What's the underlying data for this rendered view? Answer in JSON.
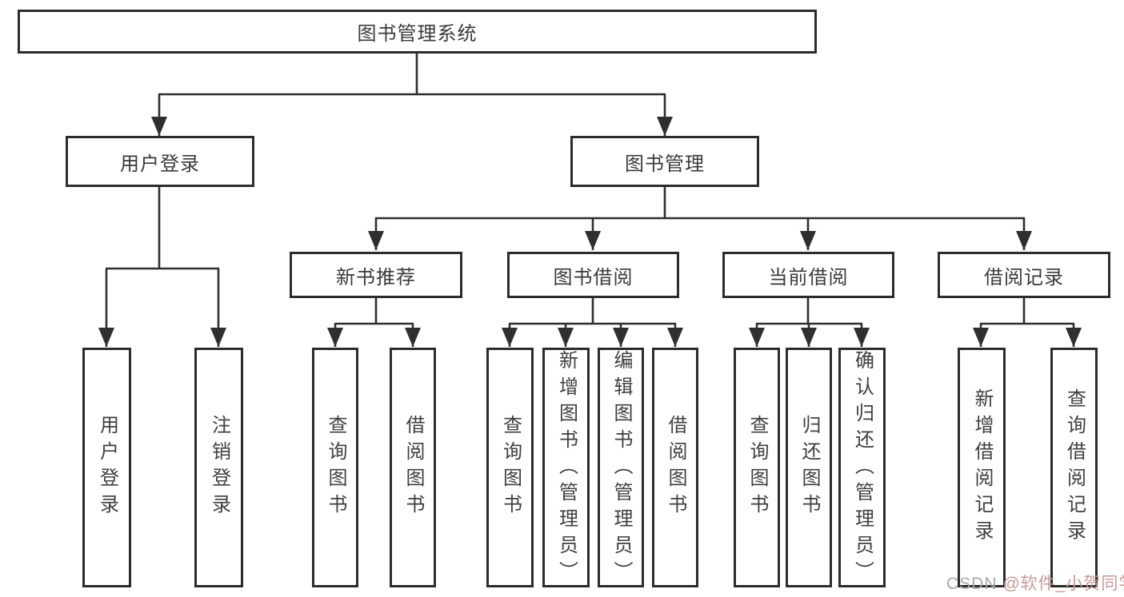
{
  "diagram": {
    "root": "图书管理系统",
    "level2": {
      "user_login": "用户登录",
      "book_mgmt": "图书管理"
    },
    "level3": {
      "new_book_rec": "新书推荐",
      "book_borrow": "图书借阅",
      "current_borrow": "当前借阅",
      "borrow_records": "借阅记录"
    },
    "leaves": {
      "user_login": "用户登录",
      "logout": "注销登录",
      "nb_query": "查询图书",
      "nb_borrow": "借阅图书",
      "bb_query": "查询图书",
      "bb_add": "新增图书（管理员）",
      "bb_edit": "编辑图书（管理员）",
      "bb_borrow": "借阅图书",
      "cb_query": "查询图书",
      "cb_return": "归还图书",
      "cb_confirm": "确认归还（管理员）",
      "br_add": "新增借阅记录",
      "br_query": "查询借阅记录"
    },
    "watermark": {
      "prefix": "CSDN ",
      "handle": "@软件_小贺同学"
    },
    "colors": {
      "line": "#2f2f2f",
      "border": "#2c2c2c",
      "text": "#3a3a3a",
      "watermark_gray": "#a8a8a8",
      "watermark_red": "#c59a97"
    }
  }
}
